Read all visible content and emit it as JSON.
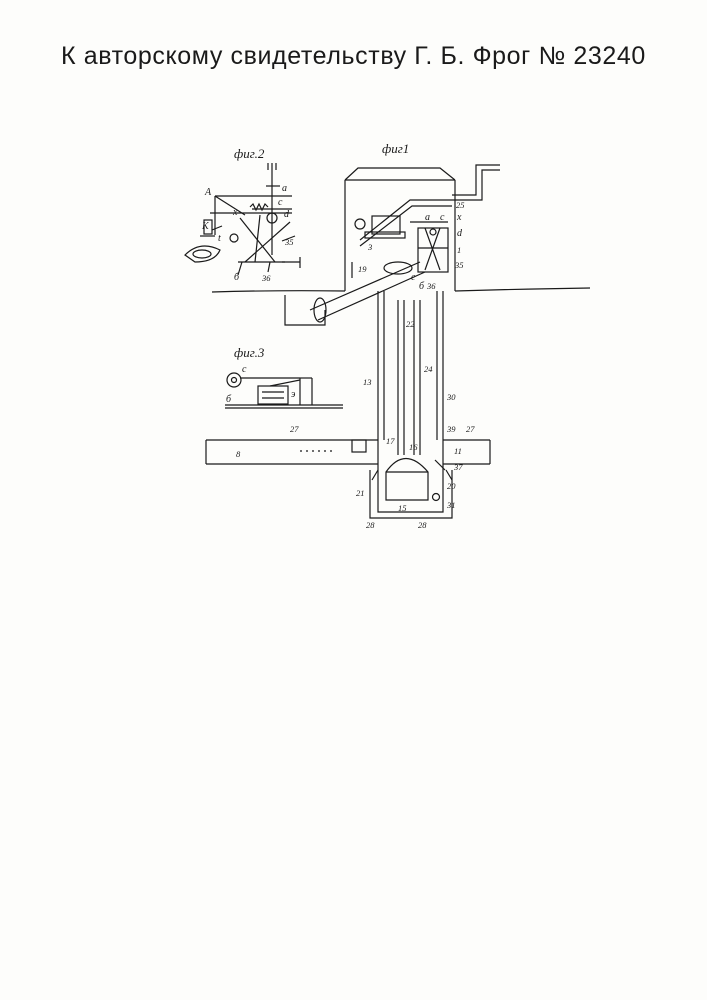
{
  "title": "К авторскому свидетельству Г. Б. Фрог № 23240",
  "figures": {
    "fig1": "фиг1",
    "fig2": "фиг.2",
    "fig3": "фиг.3"
  },
  "labels_fig1": {
    "l25": "25",
    "la": "a",
    "lc": "c",
    "lx": "x",
    "ld": "d",
    "l1": "1",
    "l35": "35",
    "l36": "36",
    "lb": "б",
    "le": "e",
    "l3": "3",
    "l19": "19",
    "l22": "22",
    "l24": "24",
    "l13": "13",
    "l30": "30",
    "l39": "39",
    "l27": "27",
    "l27b": "27",
    "l17": "17",
    "l16": "16",
    "l37": "37",
    "l11": "11",
    "l20": "20",
    "l21": "21",
    "l31": "31",
    "l15": "15",
    "l28a": "28",
    "l28b": "28",
    "l8": "8"
  },
  "labels_fig2": {
    "A": "A",
    "a": "a",
    "c": "c",
    "x": "x",
    "d": "d",
    "K": "K",
    "t": "t",
    "n35": "35",
    "b": "б",
    "n36": "36"
  },
  "labels_fig3": {
    "c": "c",
    "b": "б",
    "e": "э"
  }
}
